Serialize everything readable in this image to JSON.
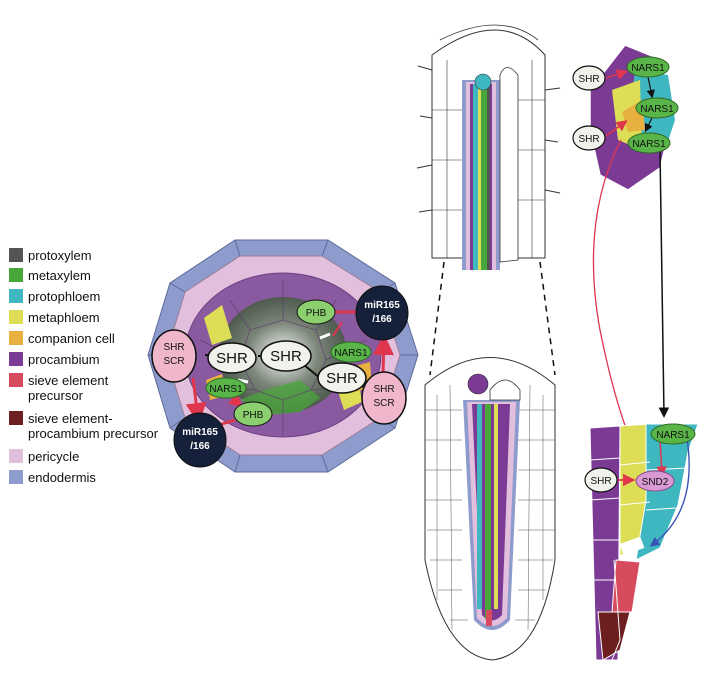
{
  "legend": {
    "items": [
      {
        "label": "protoxylem",
        "color": "#545454"
      },
      {
        "label": "metaxylem",
        "color": "#49a63b"
      },
      {
        "label": "protophloem",
        "color": "#3fb7c0"
      },
      {
        "label": "metaphloem",
        "color": "#dede56"
      },
      {
        "label": "companion cell",
        "color": "#e7b040"
      },
      {
        "label": "procambium",
        "color": "#7b3a93"
      },
      {
        "label_line1": "sieve element",
        "label_line2": "precursor",
        "color": "#d84b5f"
      },
      {
        "label_line1": "sieve element-",
        "label_line2": "procambium precursor",
        "color": "#6d1f20"
      },
      {
        "label": "pericycle",
        "color": "#e3bfde"
      },
      {
        "label": "endodermis",
        "color": "#8e9ccd"
      }
    ]
  },
  "cross_section": {
    "shr": "SHR",
    "scr": "SCR",
    "nars1": "NARS1",
    "phb": "PHB",
    "mir_line1": "miR165",
    "mir_line2": "/166"
  },
  "sieve_detail": {
    "shr": "SHR",
    "nars1": "NARS1"
  },
  "lineage_detail": {
    "shr": "SHR",
    "nars1": "NARS1",
    "snd2": "SND2"
  }
}
